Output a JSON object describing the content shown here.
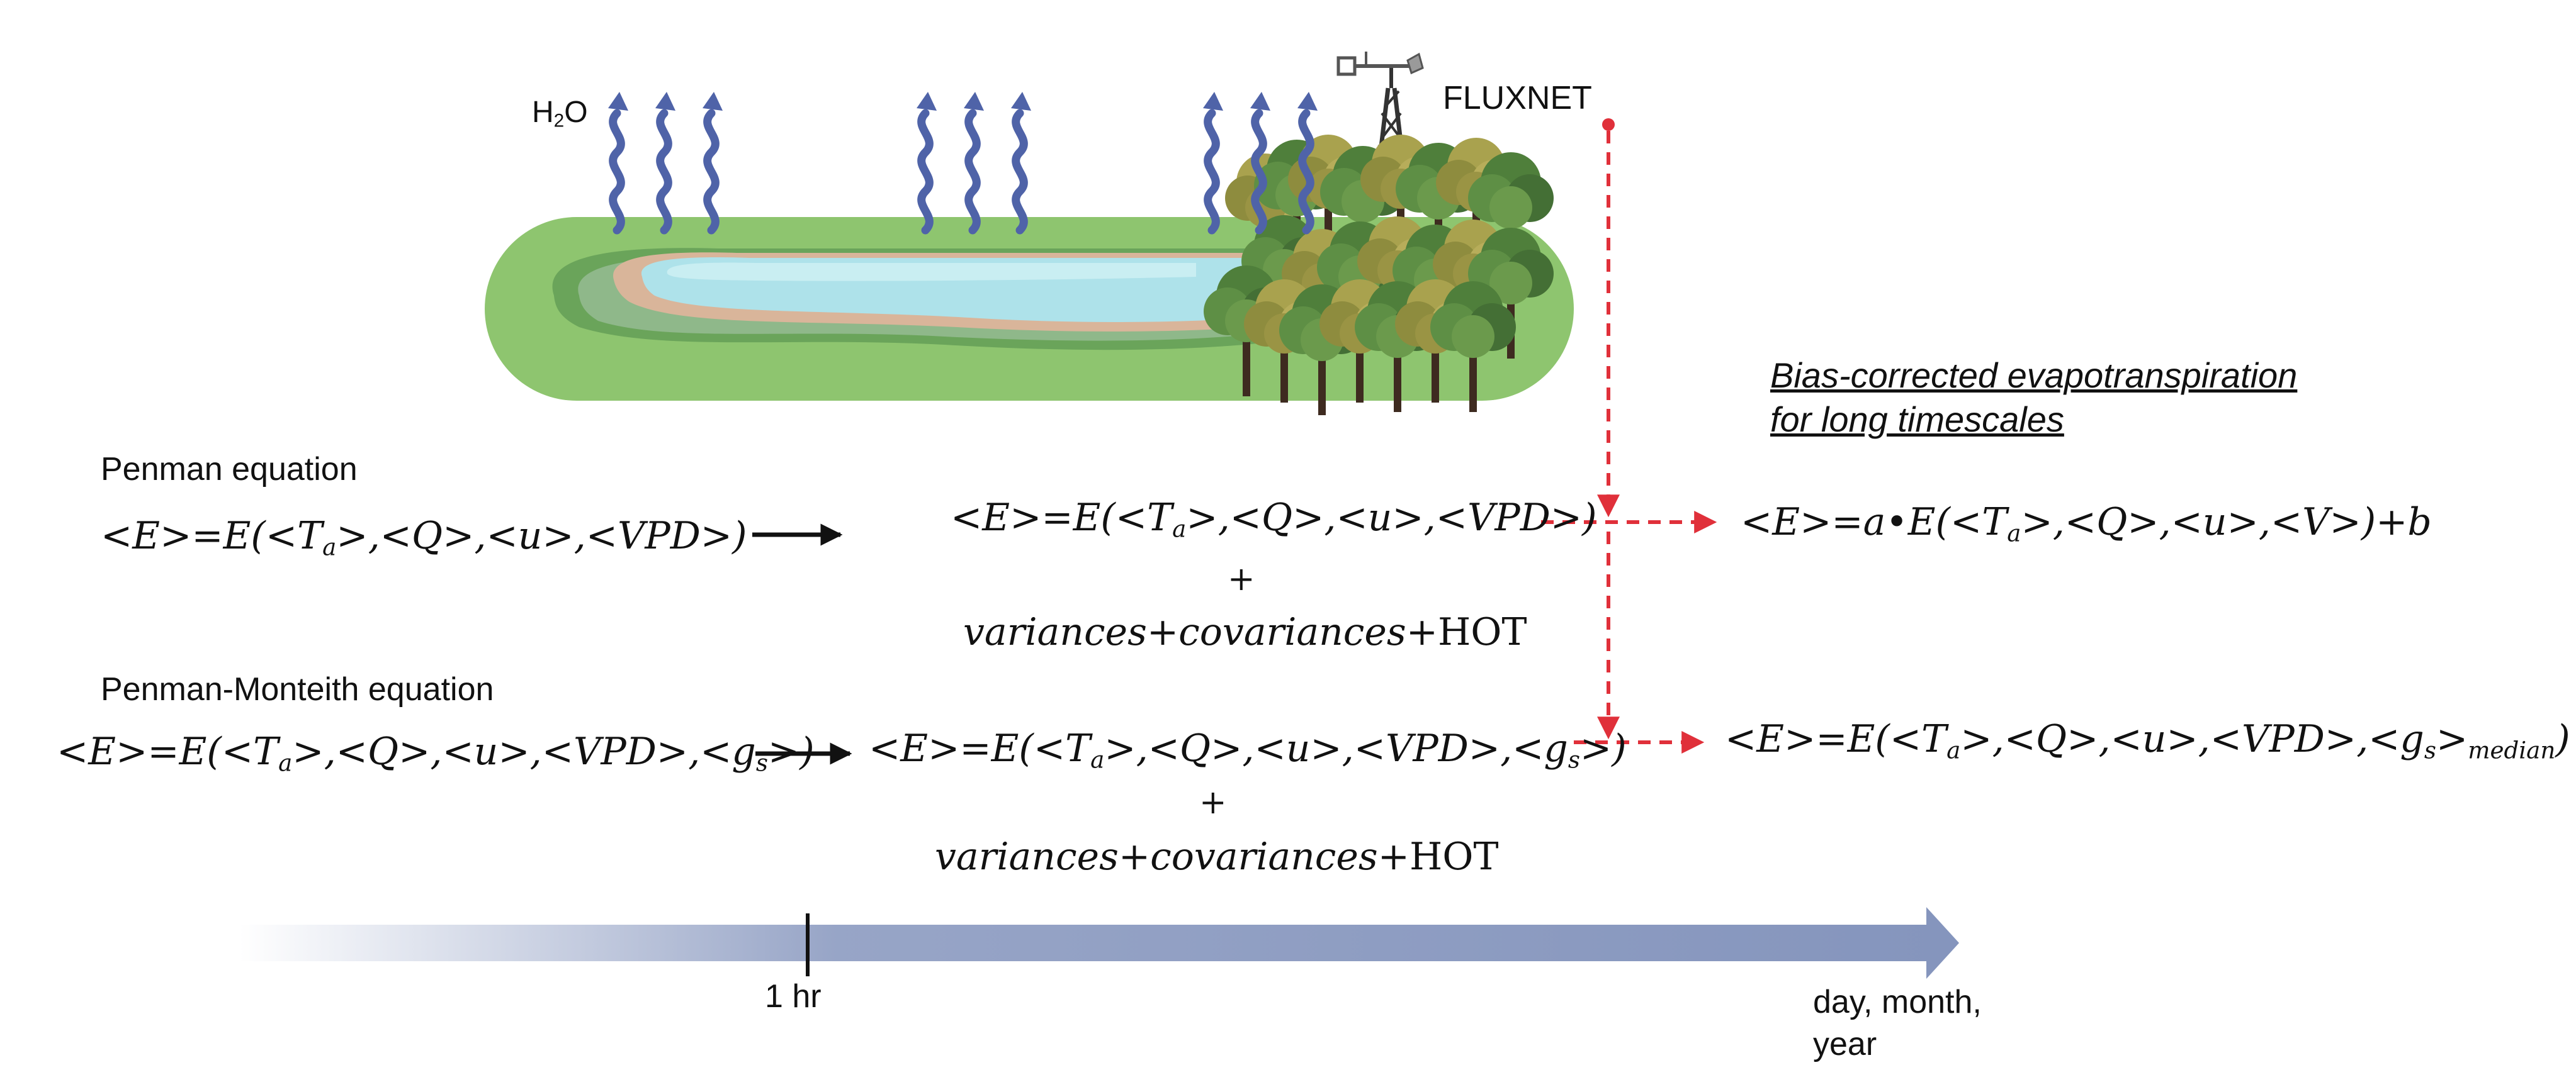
{
  "labels": {
    "h2o_main": "H",
    "h2o_sub": "2",
    "h2o_tail": "O",
    "fluxnet": "FLUXNET",
    "bias_line1": "Bias-corrected evapotranspiration",
    "bias_line2": "for long timescales",
    "penman_title": "Penman equation",
    "pm_title": "Penman-Monteith equation",
    "plus": "+",
    "timeline_tick": "1 hr",
    "timeline_end_line1": "day, month,",
    "timeline_end_line2": "year"
  },
  "equations": {
    "penman_left": {
      "a": "<E>=E(<T",
      "sub": "a",
      "b": ">,<Q>,<u>,<VPD>)"
    },
    "penman_mid": {
      "a": "<E>=E(<T",
      "sub": "a",
      "b": ">,<Q>,<u>,<VPD>)"
    },
    "penman_var_italic": "variances+covariances+",
    "penman_var_hot": "HOT",
    "penman_right": {
      "a": "<E>=a",
      "dot": "•",
      "b": "E(<T",
      "sub": "a",
      "c": ">,<Q>,<u>,<V>)+b"
    },
    "pm_left": {
      "a": "<E>=E(<T",
      "sub1": "a",
      "b": ">,<Q>,<u>,<VPD>,<g",
      "sub2": "s",
      "c": ">)"
    },
    "pm_mid": {
      "a": "<E>=E(<T",
      "sub1": "a",
      "b": ">,<Q>,<u>,<VPD>,<g",
      "sub2": "s",
      "c": ">)"
    },
    "pm_var_italic": "variances+covariances+",
    "pm_var_hot": "HOT",
    "pm_right": {
      "a": "<E>=E(<T",
      "sub1": "a",
      "b": ">,<Q>,<u>,<VPD>,<g",
      "sub2": "s",
      "c": ">",
      "sub3": "median",
      "d": ")"
    }
  },
  "colors": {
    "vapor": "#4f63a8",
    "dashed_arrow": "#e0303a",
    "timeline": "#8595bd",
    "grass_outer": "#8ec56f",
    "grass_inner": "#6aa45a",
    "sand": "#d9b59a",
    "water": "#aee2ea"
  },
  "icons": [
    "vapor-wave-icon",
    "flux-tower-icon",
    "tree-icon"
  ]
}
